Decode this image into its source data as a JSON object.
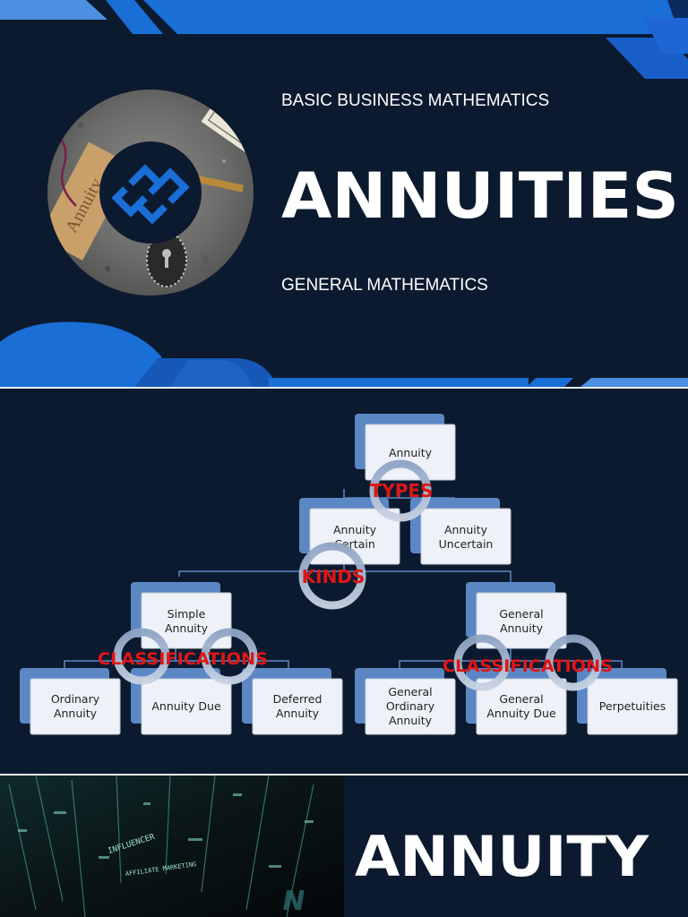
{
  "slide1": {
    "subtitle_top": "BASIC BUSINESS MATHEMATICS",
    "title": "ANNUITIES",
    "subtitle_bottom": "GENERAL MATHEMATICS",
    "card_text": "Annuity"
  },
  "slide2": {
    "root": "Annuity",
    "types_label": "TYPES",
    "kinds_label": "KINDS",
    "classifications_label": "CLASSIFICATIONS",
    "annuity_certain": [
      "Annuity",
      "Certain"
    ],
    "annuity_uncertain": [
      "Annuity",
      "Uncertain"
    ],
    "simple_annuity": [
      "Simple",
      "Annuity"
    ],
    "general_annuity": [
      "General",
      "Annuity"
    ],
    "ordinary_annuity": [
      "Ordinary",
      "Annuity"
    ],
    "annuity_due": "Annuity Due",
    "deferred_annuity": [
      "Deferred",
      "Annuity"
    ],
    "general_ordinary_annuity": [
      "General",
      "Ordinary",
      "Annuity"
    ],
    "general_annuity_due": [
      "General",
      "Annuity Due"
    ],
    "perpetuities": "Perpetuities"
  },
  "slide3": {
    "title": "ANNUITY",
    "photo_words": [
      "INFLUENCER",
      "AFFILIATE MARKETING"
    ]
  },
  "colors": {
    "background": "#0c1a2f",
    "accent_blue": "#1a6fd6",
    "light_blue": "#4d8fe0",
    "node_fill": "#eef2f8",
    "node_border": "#5b87c5",
    "label_red": "#e01616"
  }
}
